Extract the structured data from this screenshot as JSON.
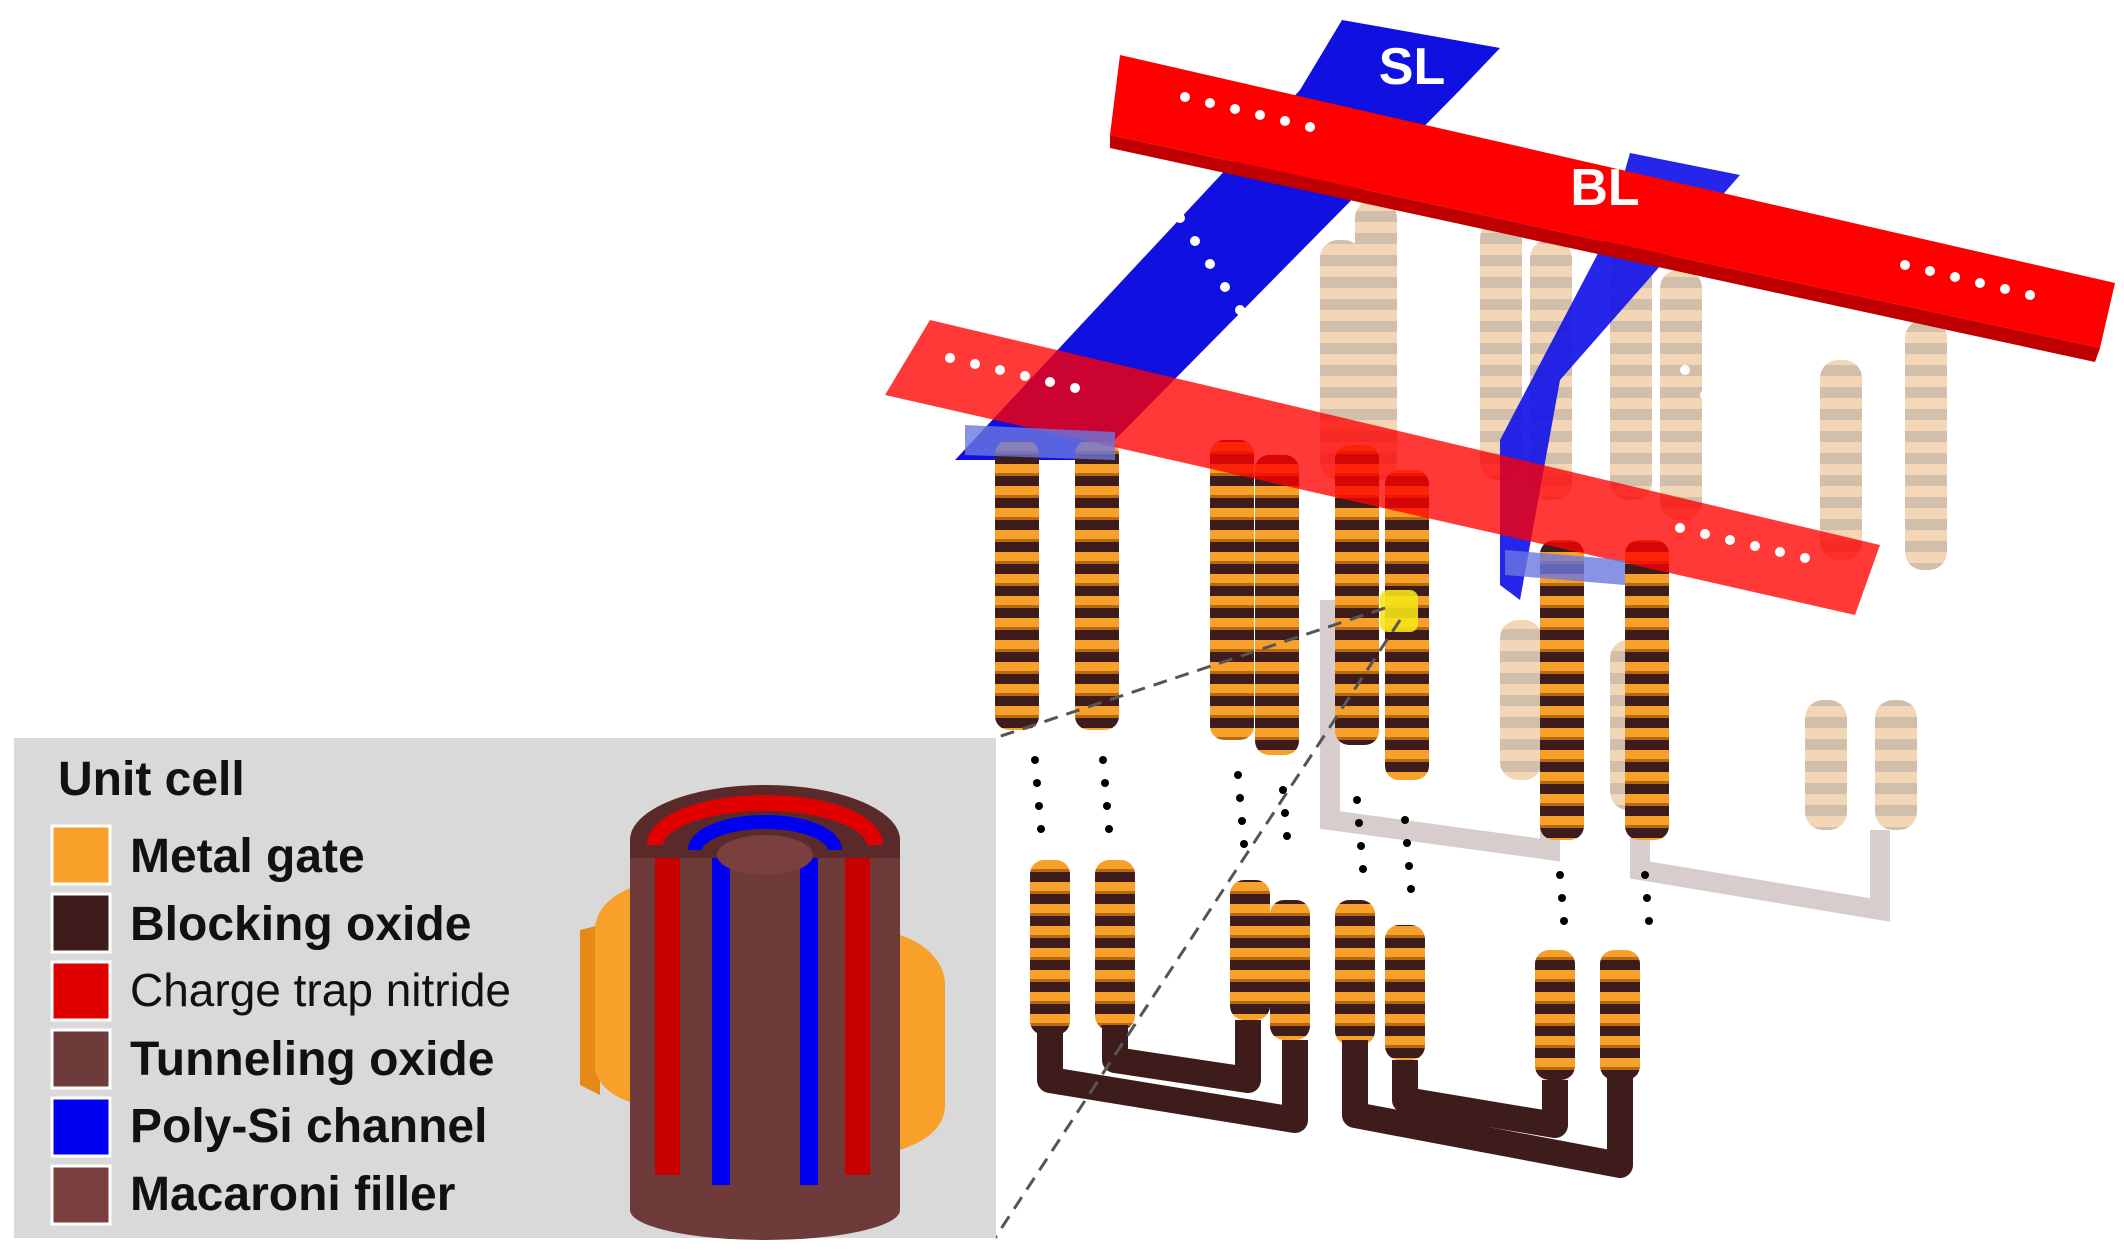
{
  "lines": {
    "source_line": "SL",
    "bit_line": "BL"
  },
  "legend": {
    "title": "Unit cell",
    "items": [
      {
        "label": "Metal gate",
        "color": "#F7A12B",
        "bold": true
      },
      {
        "label": "Blocking oxide",
        "color": "#3E1C1C",
        "bold": true
      },
      {
        "label": "Charge trap nitride",
        "color": "#E00000",
        "bold": false
      },
      {
        "label": "Tunneling oxide",
        "color": "#6E3A3A",
        "bold": true
      },
      {
        "label": "Poly-Si channel",
        "color": "#0000F0",
        "bold": true
      },
      {
        "label": "Macaroni filler",
        "color": "#7A3F3F",
        "bold": true
      }
    ]
  },
  "colors": {
    "bit_line": "#FF0000",
    "source_line": "#1010E0",
    "metal_gate": "#F7A12B",
    "blocking_oxide": "#3E1C1C",
    "panel_bg": "#D9D9D9"
  }
}
